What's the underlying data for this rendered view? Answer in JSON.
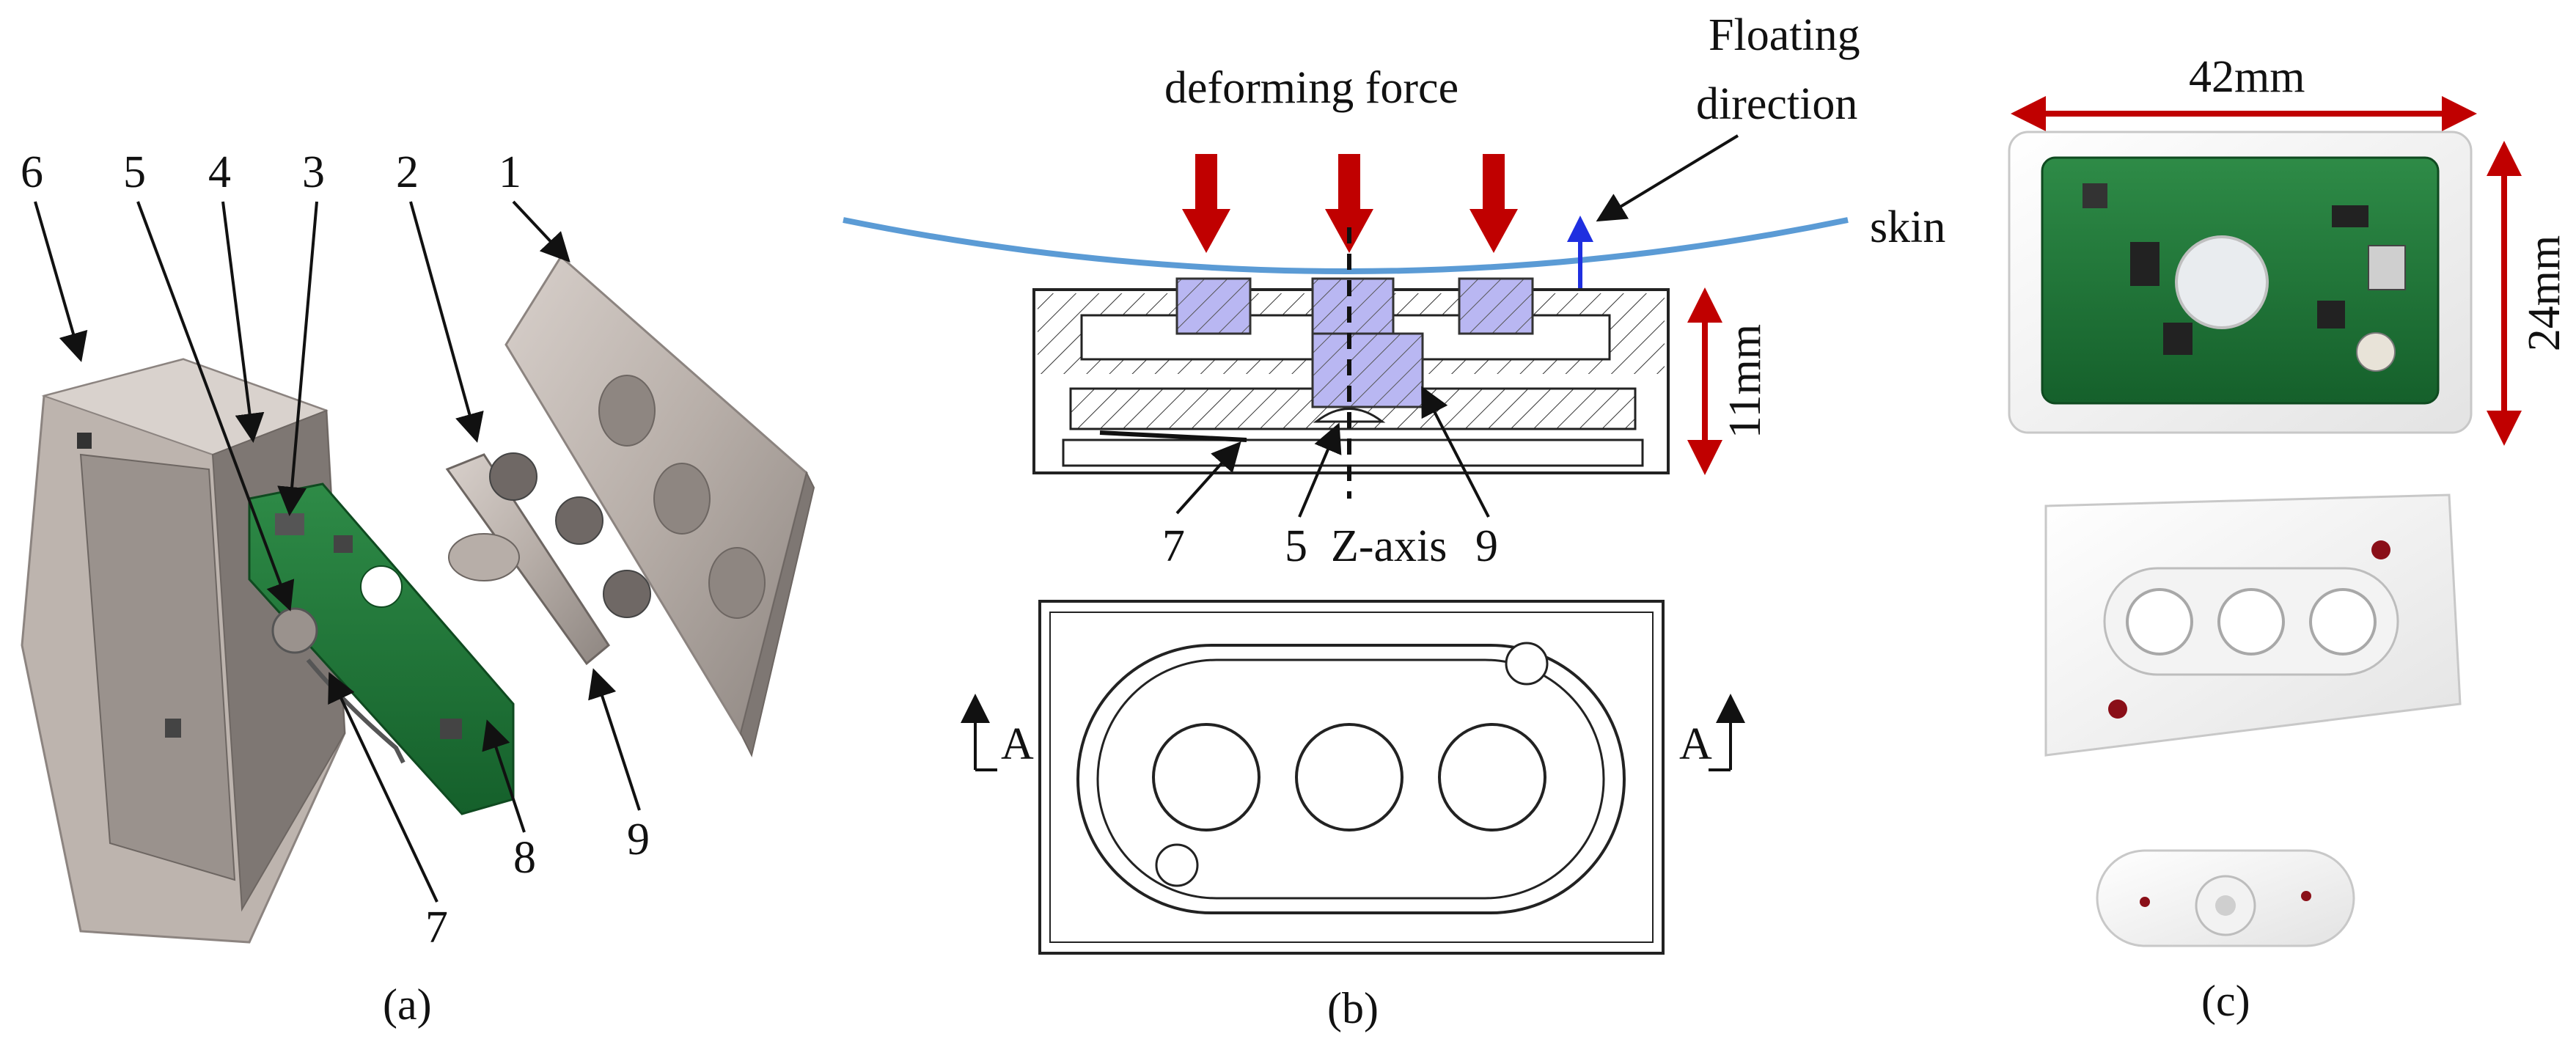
{
  "panels": {
    "a": {
      "caption": "(a)",
      "part_numbers": [
        "1",
        "2",
        "3",
        "4",
        "5",
        "6",
        "7",
        "8",
        "9"
      ]
    },
    "b": {
      "caption": "(b)",
      "force_label": "deforming force",
      "floating_label_line1": "Floating",
      "floating_label_line2": "direction",
      "skin_label": "skin",
      "height_label": "11mm",
      "axis_label": "Z-axis",
      "section_label_left": "A",
      "section_label_right": "A",
      "callouts": [
        "7",
        "5",
        "9"
      ]
    },
    "c": {
      "caption": "(c)",
      "width_label": "42mm",
      "height_label": "24mm"
    }
  },
  "colors": {
    "force_arrow": "#c00000",
    "skin_curve": "#5b9bd5",
    "float_arrow": "#1f2fe0",
    "hatch_fill": "#b9b7f2",
    "pcb_green": "#1f7a3a",
    "metal": "#b5aca6",
    "dimension_arrow": "#c00000"
  }
}
